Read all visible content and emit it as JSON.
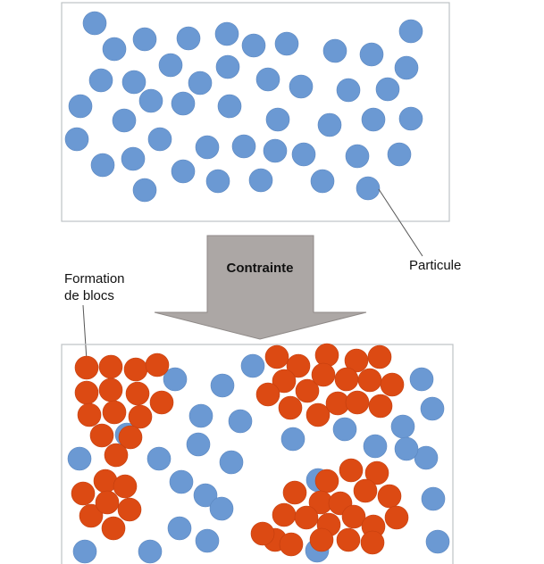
{
  "labels": {
    "arrow": "Contrainte",
    "particle": "Particule",
    "formation_line1": "Formation",
    "formation_line2": "de blocs"
  },
  "colors": {
    "blue_particle": "#6b99d3",
    "blue_stroke": "#5a86bf",
    "red_particle": "#dc4a13",
    "red_stroke": "#c23e0e",
    "arrow_fill": "#aca7a5",
    "arrow_stroke": "#8f8a88",
    "box_border": "#bfc3c6"
  }
}
